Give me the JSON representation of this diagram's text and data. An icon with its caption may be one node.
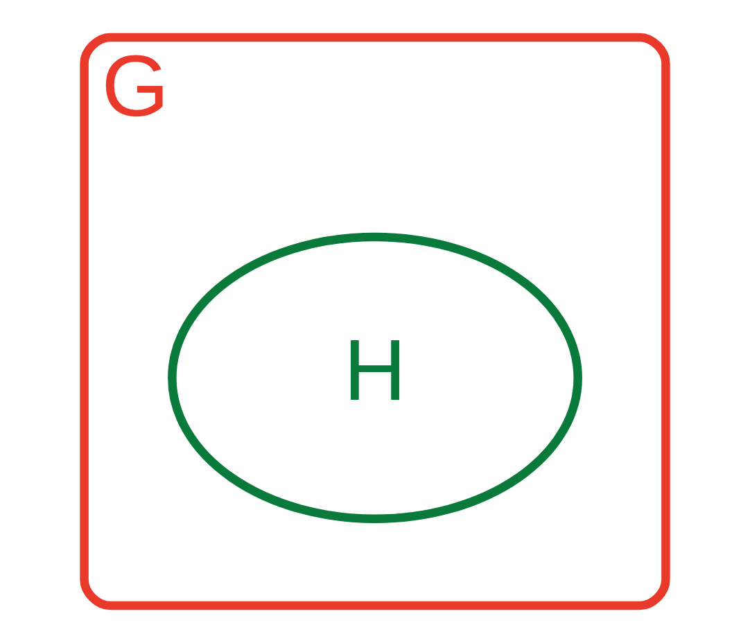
{
  "diagram": {
    "nodes": [
      {
        "text": [
          "G"
        ]
      },
      {
        "text": [
          "H"
        ],
        "in": 0
      }
    ]
  }
}
